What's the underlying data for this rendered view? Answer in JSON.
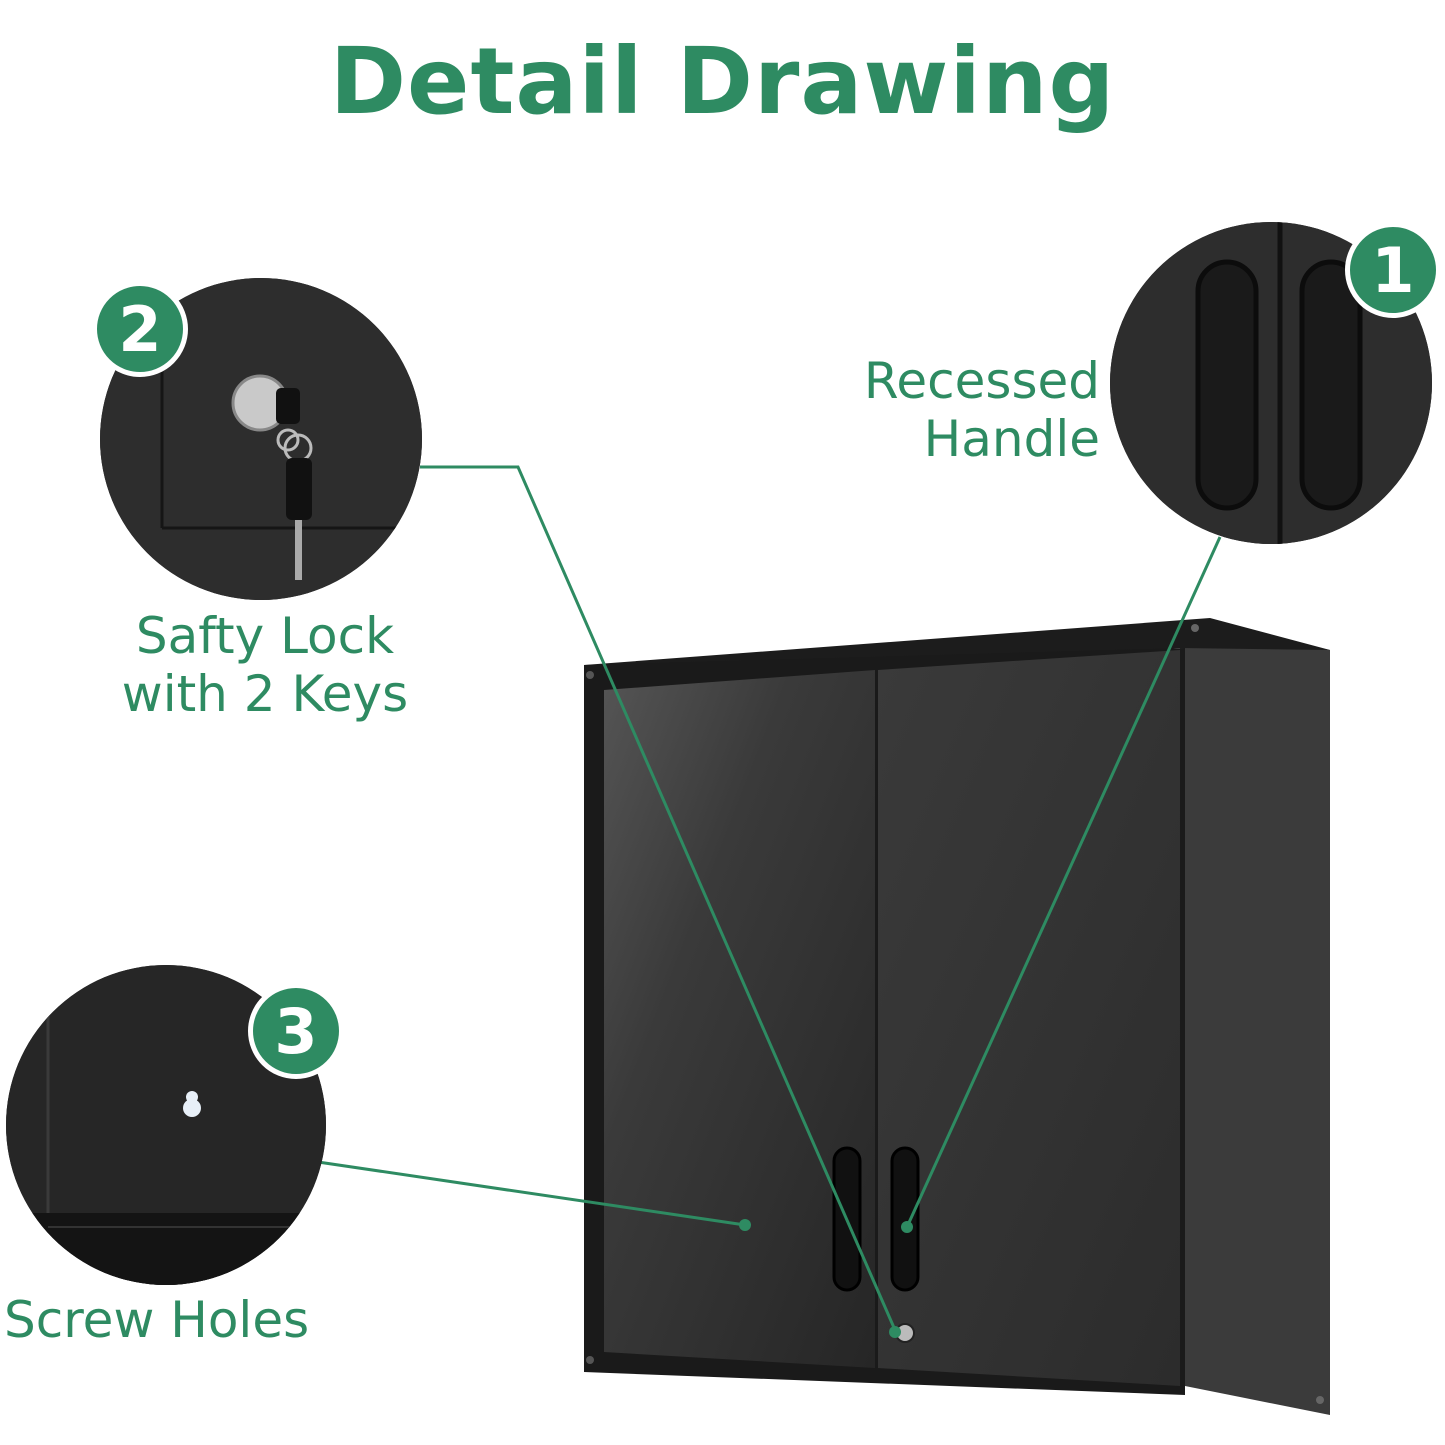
{
  "title": "Detail Drawing",
  "callouts": [
    {
      "number": "1",
      "label_lines": [
        "Recessed",
        "Handle"
      ]
    },
    {
      "number": "2",
      "label_lines": [
        "Safty Lock",
        "with 2 Keys"
      ]
    },
    {
      "number": "3",
      "label_lines": [
        "Screw Holes"
      ]
    }
  ],
  "colors": {
    "accent": "#2e8b62",
    "cabinet": "#2a2a2a",
    "background": "#ffffff"
  }
}
